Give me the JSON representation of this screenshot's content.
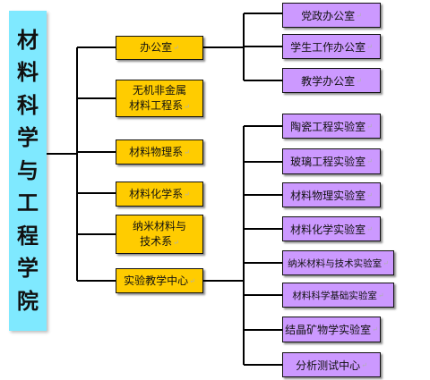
{
  "root": {
    "chars": [
      "材",
      "料",
      "科",
      "学",
      "与",
      "工",
      "程",
      "学",
      "院"
    ]
  },
  "departments": [
    {
      "label": "办公室",
      "lines": [
        "办公室"
      ]
    },
    {
      "label": "无机非金属材料工程系",
      "lines": [
        "无机非金属",
        "材料工程系"
      ]
    },
    {
      "label": "材料物理系",
      "lines": [
        "材料物理系"
      ]
    },
    {
      "label": "材料化学系",
      "lines": [
        "材料化学系"
      ]
    },
    {
      "label": "纳米材料与技术系",
      "lines": [
        "纳米材料与",
        "技术系"
      ]
    },
    {
      "label": "实验教学中心",
      "lines": [
        "实验教学中心"
      ]
    }
  ],
  "offices": [
    "党政办公室",
    "学生工作办公室",
    "教学办公室"
  ],
  "labs": [
    "陶瓷工程实验室",
    "玻璃工程实验室",
    "材料物理实验室",
    "材料化学实验室",
    "纳米材料与技术实验室",
    "材料科学基础实验室",
    "结晶矿物学实验室",
    "分析测试中心"
  ],
  "para_mark": "↵"
}
